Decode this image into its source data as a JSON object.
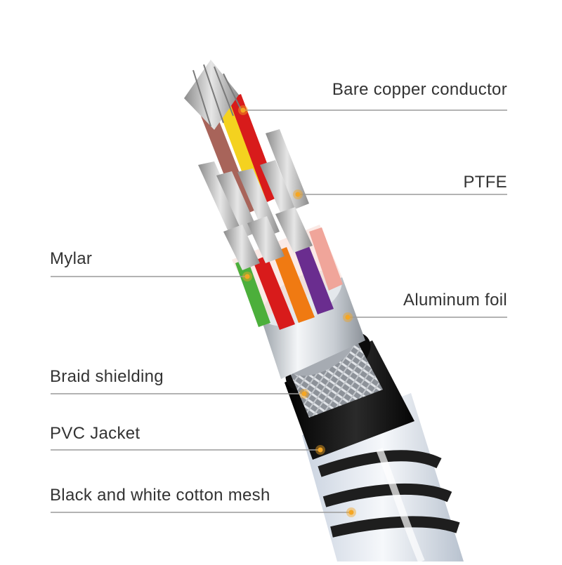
{
  "labels": {
    "bare_copper_conductor": "Bare copper conductor",
    "ptfe": "PTFE",
    "mylar": "Mylar",
    "aluminum_foil": "Aluminum foil",
    "braid_shielding": "Braid shielding",
    "pvc_jacket": "PVC Jacket",
    "cotton_mesh": "Black and white cotton mesh"
  },
  "colors": {
    "leader_line": "#9a9a9a",
    "marker_dot": "#f5a623",
    "label_text": "#333333",
    "jacket": "#111111",
    "foil": "#d9dde2",
    "copper": "#b9b9b9",
    "wire_red": "#d81b1b",
    "wire_yellow": "#f4d21f",
    "wire_brown": "#a8645a",
    "wire_orange": "#f07a12",
    "wire_purple": "#6a2d8f",
    "wire_green": "#4caf3b",
    "wire_pink": "#f0a59a"
  }
}
